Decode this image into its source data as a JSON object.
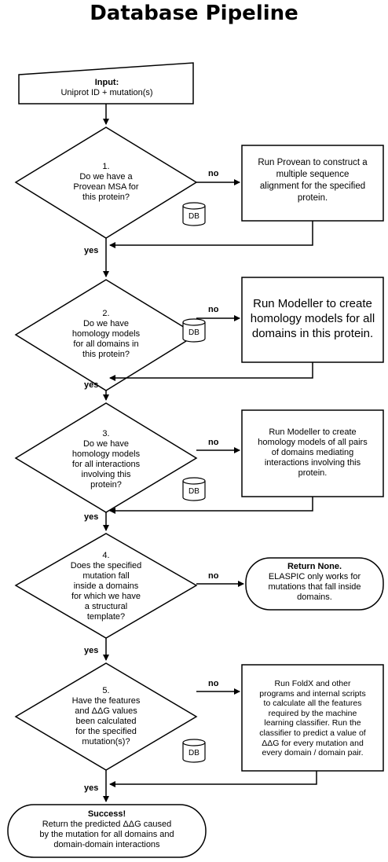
{
  "title": "Database Pipeline",
  "input": {
    "heading": "Input:",
    "text": "Uniprot ID + mutation(s)"
  },
  "steps": [
    {
      "lines": [
        "1.",
        "Do we have a",
        "Provean MSA for",
        "this protein?"
      ],
      "action": [
        "Run Provean to construct a",
        "multiple sequence",
        "alignment for the specified",
        "protein."
      ],
      "db": "DB"
    },
    {
      "lines": [
        "2.",
        "Do we have",
        "homology models",
        "for all domains in",
        "this protein?"
      ],
      "action": [
        "Run Modeller to create",
        "homology models for all",
        "domains in this protein."
      ],
      "db": "DB"
    },
    {
      "lines": [
        "3.",
        "Do we have",
        "homology models",
        "for all interactions",
        "involving this",
        "protein?"
      ],
      "action": [
        "Run Modeller to create",
        "homology models of all pairs",
        "of domains mediating",
        "interactions involving this",
        "protein."
      ],
      "db": "DB"
    },
    {
      "lines": [
        "4.",
        "Does the specified",
        "mutation fall",
        "inside a domains",
        "for which we have",
        "a structural",
        "template?"
      ],
      "action_heading": "Return None.",
      "action": [
        "ELASPIC only works for",
        "mutations that fall inside",
        "domains."
      ]
    },
    {
      "lines": [
        "5.",
        "Have the features",
        "and ΔΔG values",
        "been calculated",
        "for the specified",
        "mutation(s)?"
      ],
      "action": [
        "Run FoldX and other",
        "programs and internal scripts",
        "to calculate all the features",
        "required by the machine",
        "learning classifier. Run the",
        "classifier to predict a value of",
        "ΔΔG for every mutation and",
        "every domain / domain pair."
      ],
      "db": "DB"
    }
  ],
  "edge_labels": {
    "no": "no",
    "yes": "yes"
  },
  "success": {
    "heading": "Success!",
    "lines": [
      "Return the predicted ΔΔG caused",
      "by the mutation for all domains and",
      "domain-domain interactions"
    ]
  }
}
